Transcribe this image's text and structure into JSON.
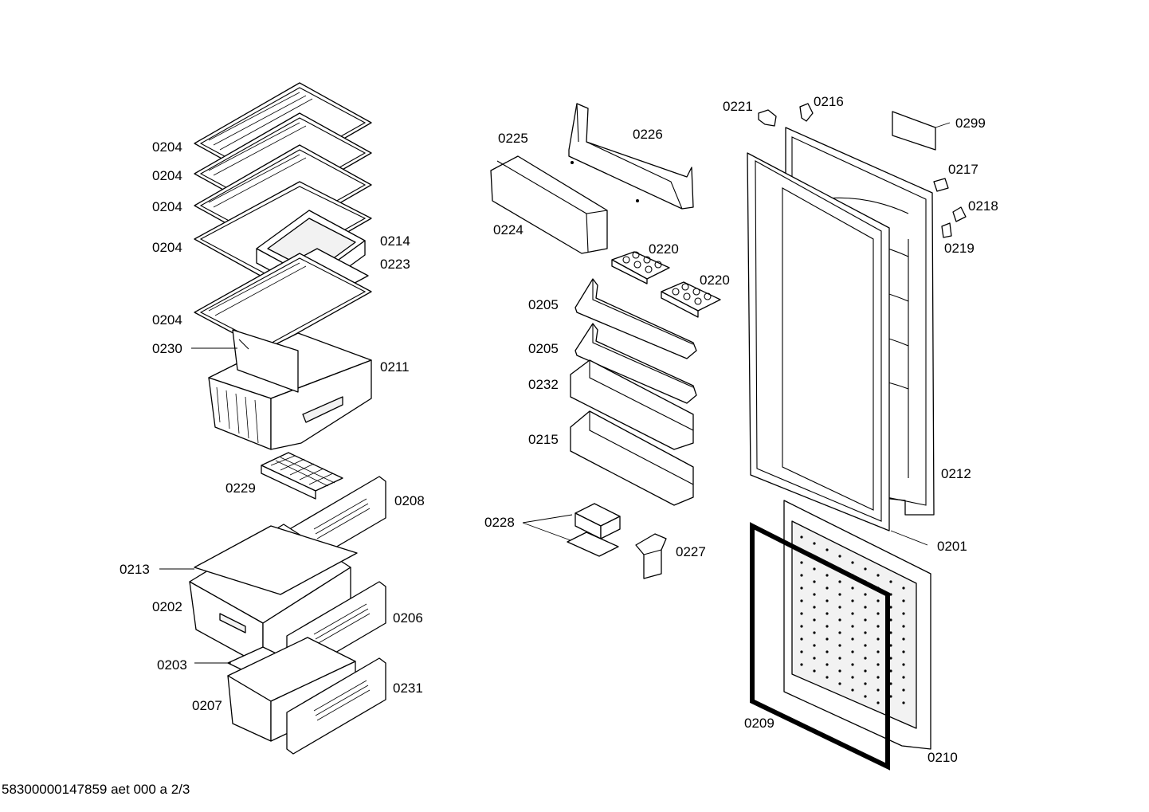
{
  "diagram": {
    "labels": {
      "l0204a": "0204",
      "l0204b": "0204",
      "l0204c": "0204",
      "l0204d": "0204",
      "l0204e": "0204",
      "l0214": "0214",
      "l0223": "0223",
      "l0230": "0230",
      "l0211": "0211",
      "l0229": "0229",
      "l0208": "0208",
      "l0213": "0213",
      "l0202": "0202",
      "l0206": "0206",
      "l0203": "0203",
      "l0207": "0207",
      "l0231": "0231",
      "l0225": "0225",
      "l0226": "0226",
      "l0224": "0224",
      "l0220a": "0220",
      "l0220b": "0220",
      "l0205a": "0205",
      "l0205b": "0205",
      "l0232": "0232",
      "l0215": "0215",
      "l0228": "0228",
      "l0227": "0227",
      "l0221": "0221",
      "l0216": "0216",
      "l0299": "0299",
      "l0217": "0217",
      "l0218": "0218",
      "l0219": "0219",
      "l0212": "0212",
      "l0201": "0201",
      "l0209": "0209",
      "l0210": "0210"
    },
    "footer": "58300000147859 aet 000 a 2/3"
  }
}
